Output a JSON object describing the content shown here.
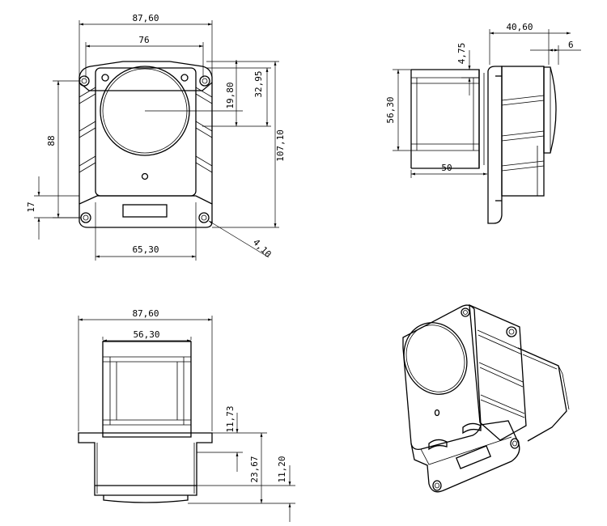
{
  "dimensions": {
    "front_width": "87,60",
    "front_hole_spacing": "76",
    "front_height_outer": "107,10",
    "front_upper_offset": "32,95",
    "front_lens_offset": "19,80",
    "front_left_height": "88",
    "front_bottom_offset": "17",
    "front_bottom_width": "65,30",
    "front_hole_dia": "4,10",
    "side_depth": "40,60",
    "side_lip": "6",
    "side_offset": "4,75",
    "side_height": "56,30",
    "side_length": "50",
    "bottom_width": "87,60",
    "bottom_inner_width": "56,30",
    "bottom_h1": "11,73",
    "bottom_h2": "23,67",
    "bottom_h3": "11,20"
  }
}
